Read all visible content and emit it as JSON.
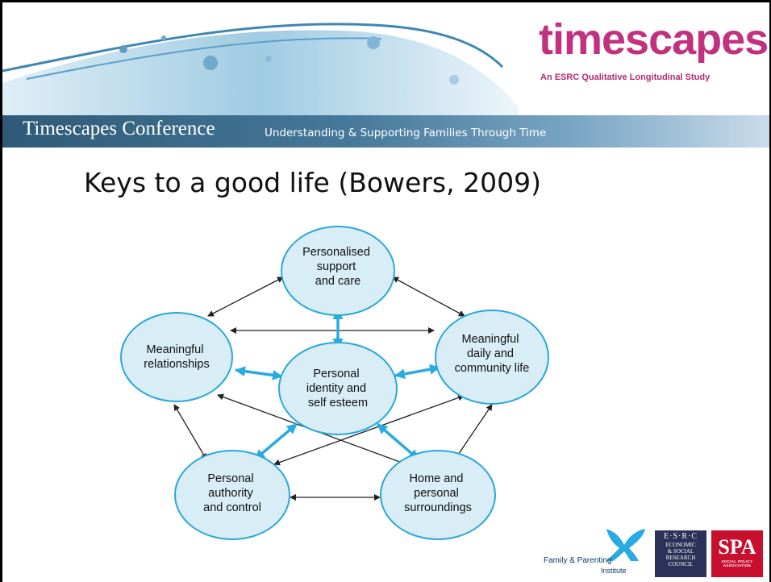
{
  "header": {
    "brand": "timescapes",
    "tagline": "An ESRC Qualitative Longitudinal Study",
    "conference_title": "Timescapes Conference",
    "conference_subtitle": "Understanding & Supporting Families Through Time"
  },
  "slide": {
    "title": "Keys to a good life (Bowers, 2009)"
  },
  "diagram": {
    "nodes": {
      "support": [
        "Personalised",
        "support",
        "and care"
      ],
      "relationships": [
        "Meaningful",
        "relationships"
      ],
      "identity": [
        "Personal",
        "identity and",
        "self esteem"
      ],
      "community": [
        "Meaningful",
        "daily and",
        "community life"
      ],
      "authority": [
        "Personal",
        "authority",
        "and control"
      ],
      "home": [
        "Home and",
        "personal",
        "surroundings"
      ]
    }
  },
  "footer": {
    "fp_line1": "Family & Parenting",
    "fp_line2": "Institute",
    "esrc_top": "E·S·R·C",
    "esrc_lines": [
      "ECONOMIC",
      "& SOCIAL",
      "RESEARCH",
      "COUNCIL"
    ],
    "spa_big": "SPA",
    "spa_small": "SOCIAL POLICY ASSOCIATION"
  },
  "colors": {
    "brand": "#c2317f",
    "bar": "#45789a",
    "node_fill": "#d8edf6",
    "node_stroke": "#2aa8d8",
    "center_arrow": "#29abe2"
  }
}
